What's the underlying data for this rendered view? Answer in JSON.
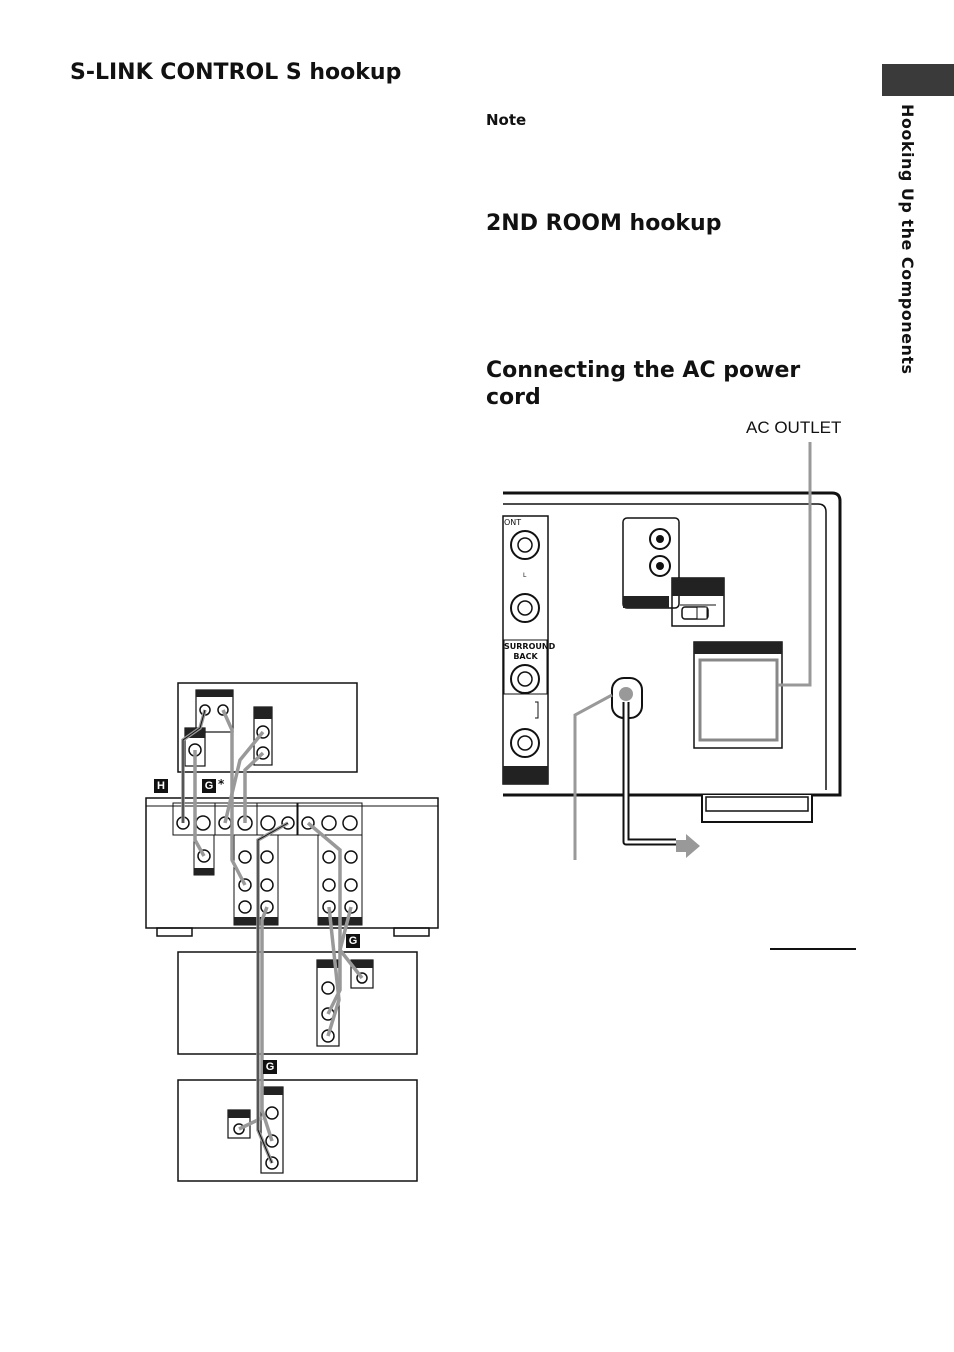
{
  "headings": {
    "slink": "S-LINK CONTROL S hookup",
    "note": "Note",
    "second_room": "2ND ROOM hookup",
    "ac_power": "Connecting the AC power cord"
  },
  "side_tab": {
    "title": "Hooking Up the Components"
  },
  "diagram_right": {
    "ac_outlet": "AC OUTLET",
    "jack_front": "ONT",
    "jack_l": "L",
    "surround_back": "SURROUND BACK"
  },
  "diagram_left": {
    "marker_h": "H",
    "marker_g_star": "G",
    "star": "*",
    "marker_g1": "G",
    "marker_g2": "G"
  }
}
